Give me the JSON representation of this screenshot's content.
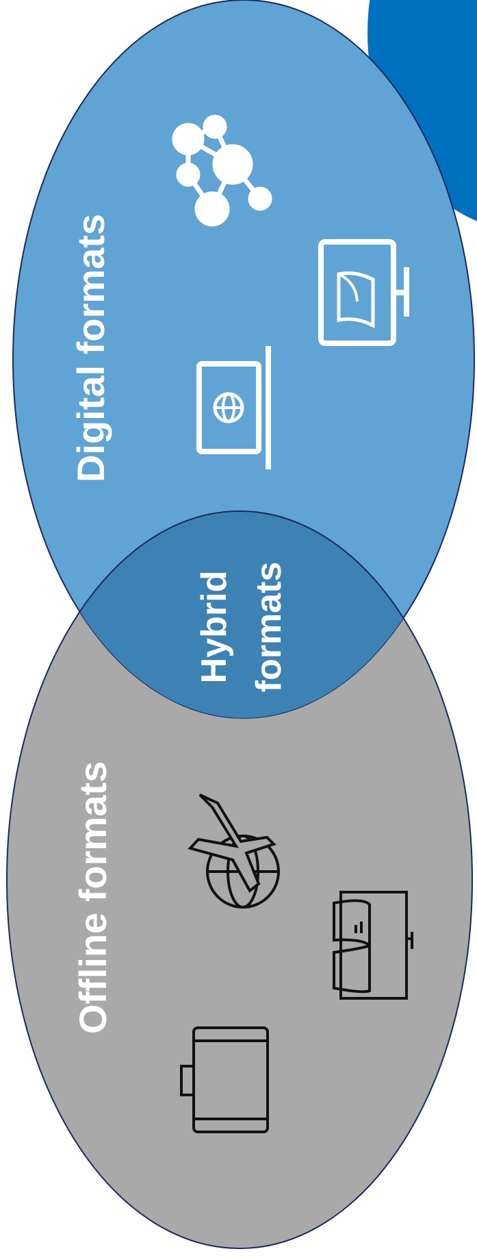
{
  "diagram": {
    "sets": [
      {
        "id": "digital",
        "label": "Digital formats",
        "color": "#5fa4d4",
        "icons": [
          "network-icon",
          "monitor-book-icon",
          "laptop-globe-icon"
        ]
      },
      {
        "id": "offline",
        "label": "Offline formats",
        "color": "#a9a9a9",
        "icons": [
          "plane-globe-icon",
          "open-book-icon",
          "suitcase-icon"
        ]
      }
    ],
    "overlap": {
      "label_line1": "Hybrid",
      "label_line2": "formats",
      "color": "#3d82b5"
    },
    "accent_color": "#0070c0",
    "outline_color": "#1b2a5c"
  }
}
